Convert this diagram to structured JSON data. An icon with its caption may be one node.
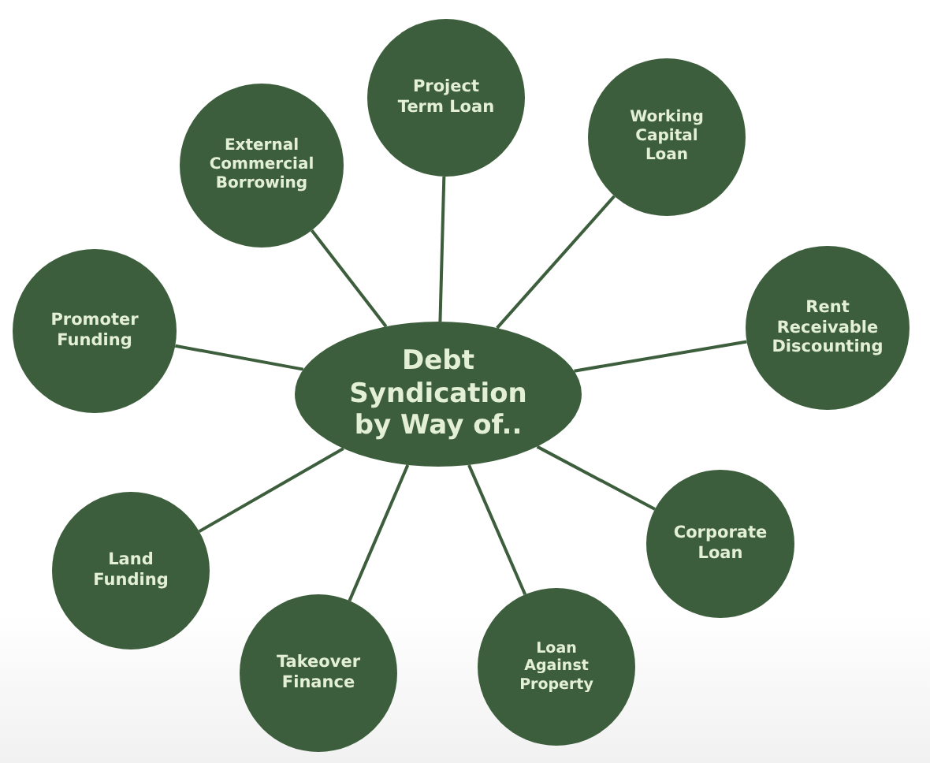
{
  "diagram": {
    "nodes": [
      {
        "text": [
          "Debt Syndication by Way of.."
        ]
      },
      {
        "text": [
          "Project Term Loan"
        ]
      },
      {
        "text": [
          "Working Capital Loan"
        ]
      },
      {
        "text": [
          "Rent Receivable Discounting"
        ]
      },
      {
        "text": [
          "Corporate Loan"
        ]
      },
      {
        "text": [
          "Loan Against Property"
        ]
      },
      {
        "text": [
          "Takeover Finance"
        ]
      },
      {
        "text": [
          "Land Funding"
        ]
      },
      {
        "text": [
          "Promoter Funding"
        ]
      },
      {
        "text": [
          "External Commercial Borrowing"
        ]
      }
    ],
    "edges": [
      {
        "from": 0,
        "to": 1,
        "arrow": "none"
      },
      {
        "from": 0,
        "to": 2,
        "arrow": "none"
      },
      {
        "from": 0,
        "to": 3,
        "arrow": "none"
      },
      {
        "from": 0,
        "to": 4,
        "arrow": "none"
      },
      {
        "from": 0,
        "to": 5,
        "arrow": "none"
      },
      {
        "from": 0,
        "to": 6,
        "arrow": "none"
      },
      {
        "from": 0,
        "to": 7,
        "arrow": "none"
      },
      {
        "from": 0,
        "to": 8,
        "arrow": "none"
      },
      {
        "from": 0,
        "to": 9,
        "arrow": "none"
      }
    ]
  }
}
